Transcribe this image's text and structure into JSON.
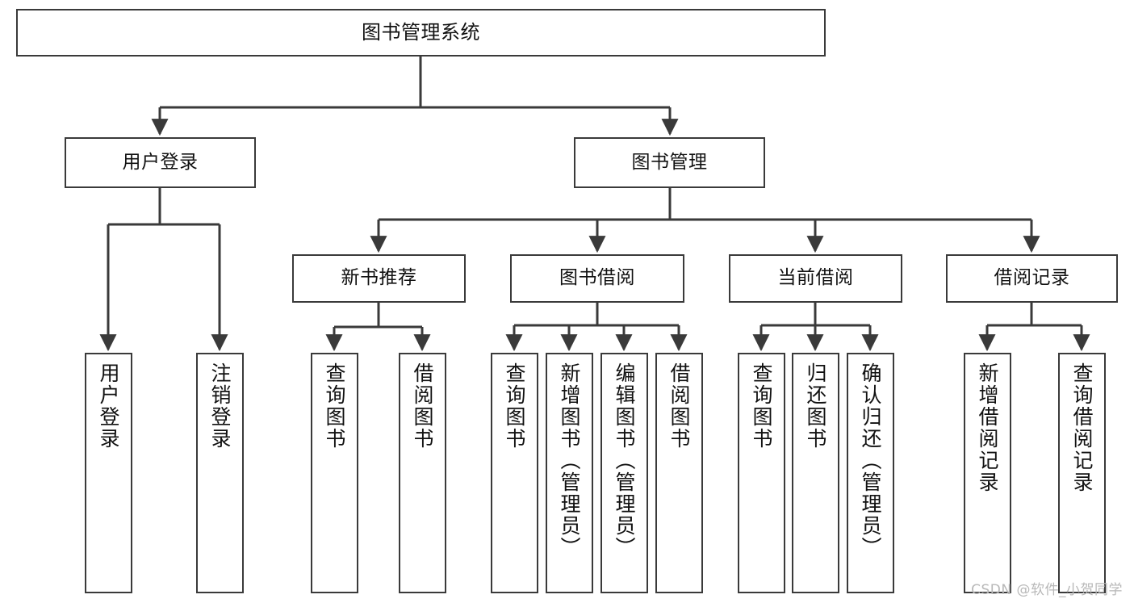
{
  "diagram": {
    "type": "tree",
    "title": "图书管理系统",
    "watermark": "CSDN @软件_小贺同学",
    "colors": {
      "stroke": "#3a3a3a",
      "text": "#111111",
      "background": "#ffffff",
      "watermark": "#b8b8b8"
    },
    "levels": {
      "root": {
        "label": "图书管理系统"
      },
      "level2": [
        {
          "label": "用户登录"
        },
        {
          "label": "图书管理"
        }
      ],
      "level3": [
        {
          "label": "新书推荐"
        },
        {
          "label": "图书借阅"
        },
        {
          "label": "当前借阅"
        },
        {
          "label": "借阅记录"
        }
      ],
      "leaves": {
        "user_login": [
          {
            "label": "用户登录"
          },
          {
            "label": "注销登录"
          }
        ],
        "new_book_recommend": [
          {
            "label": "查询图书"
          },
          {
            "label": "借阅图书"
          }
        ],
        "book_borrow": [
          {
            "label": "查询图书"
          },
          {
            "label": "新增图书（管理员）"
          },
          {
            "label": "编辑图书（管理员）"
          },
          {
            "label": "借阅图书"
          }
        ],
        "current_borrow": [
          {
            "label": "查询图书"
          },
          {
            "label": "归还图书"
          },
          {
            "label": "确认归还（管理员）"
          }
        ],
        "borrow_records": [
          {
            "label": "新增借阅记录"
          },
          {
            "label": "查询借阅记录"
          }
        ]
      }
    }
  }
}
